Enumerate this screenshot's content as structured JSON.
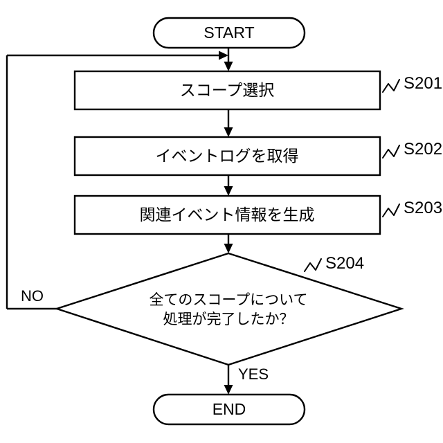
{
  "diagram": {
    "type": "flowchart",
    "orientation": "vertical",
    "title": "",
    "terminals": {
      "start": {
        "label": "START"
      },
      "end": {
        "label": "END"
      }
    },
    "process_steps": [
      {
        "step_id": "S201",
        "label": "スコープ選択"
      },
      {
        "step_id": "S202",
        "label": "イベントログを取得"
      },
      {
        "step_id": "S203",
        "label": "関連イベント情報を生成"
      }
    ],
    "decision": {
      "step_id": "S204",
      "line1": "全てのスコープについて",
      "line2": "処理が完了したか？",
      "branch_no": "NO",
      "branch_yes": "YES"
    },
    "colors": {
      "stroke": "#000000",
      "fill": "#ffffff",
      "background": "#ffffff"
    }
  }
}
